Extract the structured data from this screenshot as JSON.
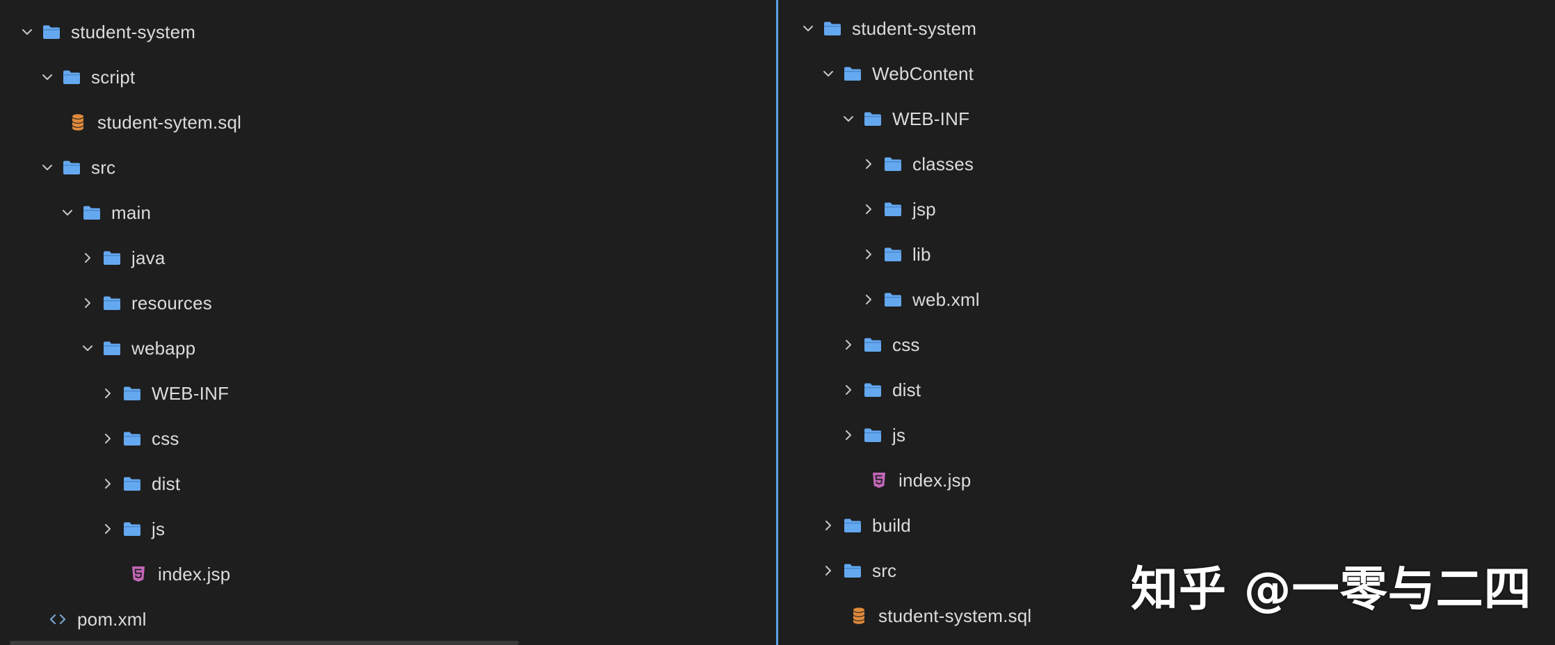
{
  "colors": {
    "folder": "#64a8f0",
    "sql": "#e08a3c",
    "html5": "#c367b8",
    "xml": "#7aa3cf",
    "chevron": "#c8c8c8",
    "divider": "#5aa2e8"
  },
  "left": {
    "items": [
      {
        "label": "student-system",
        "chevron": "down",
        "icon": "folder-icon",
        "level": 0
      },
      {
        "label": "script",
        "chevron": "down",
        "icon": "folder-icon",
        "level": 1
      },
      {
        "label": "student-sytem.sql",
        "chevron": "",
        "icon": "database-icon",
        "level": 2
      },
      {
        "label": "src",
        "chevron": "down",
        "icon": "folder-icon",
        "level": 1
      },
      {
        "label": "main",
        "chevron": "down",
        "icon": "folder-icon",
        "level": 2
      },
      {
        "label": "java",
        "chevron": "right",
        "icon": "folder-icon",
        "level": 3
      },
      {
        "label": "resources",
        "chevron": "right",
        "icon": "folder-icon",
        "level": 3
      },
      {
        "label": "webapp",
        "chevron": "down",
        "icon": "folder-icon",
        "level": 3
      },
      {
        "label": "WEB-INF",
        "chevron": "right",
        "icon": "folder-icon",
        "level": 4
      },
      {
        "label": "css",
        "chevron": "right",
        "icon": "folder-icon",
        "level": 4
      },
      {
        "label": "dist",
        "chevron": "right",
        "icon": "folder-icon",
        "level": 4
      },
      {
        "label": "js",
        "chevron": "right",
        "icon": "folder-icon",
        "level": 4
      },
      {
        "label": "index.jsp",
        "chevron": "",
        "icon": "html5-icon",
        "level": 5
      },
      {
        "label": "pom.xml",
        "chevron": "",
        "icon": "code-icon",
        "level": 1
      }
    ]
  },
  "right": {
    "items": [
      {
        "label": "student-system",
        "chevron": "down",
        "icon": "folder-icon",
        "level": 0
      },
      {
        "label": "WebContent",
        "chevron": "down",
        "icon": "folder-icon",
        "level": 1
      },
      {
        "label": "WEB-INF",
        "chevron": "down",
        "icon": "folder-icon",
        "level": 2
      },
      {
        "label": "classes",
        "chevron": "right",
        "icon": "folder-icon",
        "level": 3
      },
      {
        "label": "jsp",
        "chevron": "right",
        "icon": "folder-icon",
        "level": 3
      },
      {
        "label": "lib",
        "chevron": "right",
        "icon": "folder-icon",
        "level": 3
      },
      {
        "label": "web.xml",
        "chevron": "right",
        "icon": "folder-icon",
        "level": 3
      },
      {
        "label": "css",
        "chevron": "right",
        "icon": "folder-icon",
        "level": 2
      },
      {
        "label": "dist",
        "chevron": "right",
        "icon": "folder-icon",
        "level": 2
      },
      {
        "label": "js",
        "chevron": "right",
        "icon": "folder-icon",
        "level": 2
      },
      {
        "label": "index.jsp",
        "chevron": "",
        "icon": "html5-icon",
        "level": 3
      },
      {
        "label": "build",
        "chevron": "right",
        "icon": "folder-icon",
        "level": 1
      },
      {
        "label": "src",
        "chevron": "right",
        "icon": "folder-icon",
        "level": 1
      },
      {
        "label": "student-system.sql",
        "chevron": "",
        "icon": "database-icon",
        "level": 2
      }
    ]
  },
  "watermark": "知乎 @一零与二四"
}
